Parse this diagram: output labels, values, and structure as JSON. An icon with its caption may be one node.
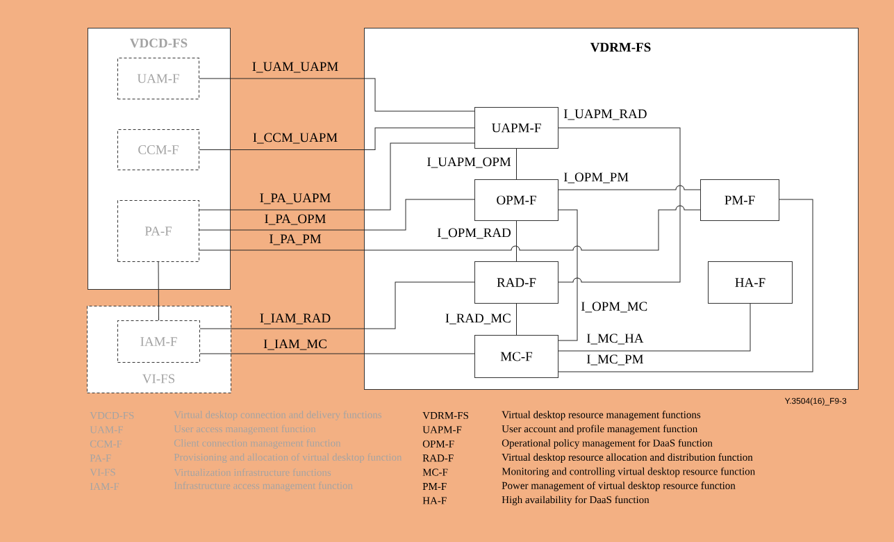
{
  "diagram": {
    "nodes": [
      {
        "text": [
          "VDCD-FS"
        ]
      },
      {
        "text": [
          "UAM-F"
        ],
        "in": 0
      },
      {
        "text": [
          "CCM-F"
        ],
        "in": 0
      },
      {
        "text": [
          "PA-F"
        ],
        "in": 0
      },
      {
        "text": [
          "VI-FS"
        ]
      },
      {
        "text": [
          "IAM-F"
        ],
        "in": 4
      },
      {
        "text": [
          "VDRM-FS"
        ]
      },
      {
        "text": [
          "UAPM-F"
        ],
        "in": 6
      },
      {
        "text": [
          "OPM-F"
        ],
        "in": 6
      },
      {
        "text": [
          "RAD-F"
        ],
        "in": 6
      },
      {
        "text": [
          "MC-F"
        ],
        "in": 6
      },
      {
        "text": [
          "PM-F"
        ],
        "in": 6
      },
      {
        "text": [
          "HA-F"
        ],
        "in": 6
      }
    ],
    "edges": [
      {
        "from": 1,
        "to": 7,
        "arrow": "none",
        "label": "I_UAM_UAPM"
      },
      {
        "from": 2,
        "to": 7,
        "arrow": "none",
        "label": "I_CCM_UAPM"
      },
      {
        "from": 3,
        "to": 7,
        "arrow": "none",
        "label": "I_PA_UAPM"
      },
      {
        "from": 3,
        "to": 8,
        "arrow": "none",
        "label": "I_PA_OPM"
      },
      {
        "from": 3,
        "to": 11,
        "arrow": "none",
        "label": "I_PA_PM"
      },
      {
        "from": 7,
        "to": 8,
        "arrow": "none",
        "label": "I_UAPM_OPM"
      },
      {
        "from": 7,
        "to": 9,
        "arrow": "none",
        "label": "I_UAPM_RAD"
      },
      {
        "from": 8,
        "to": 11,
        "arrow": "none",
        "label": "I_OPM_PM"
      },
      {
        "from": 8,
        "to": 9,
        "arrow": "none",
        "label": "I_OPM_RAD"
      },
      {
        "from": 8,
        "to": 10,
        "arrow": "none",
        "label": "I_OPM_MC"
      },
      {
        "from": 5,
        "to": 9,
        "arrow": "none",
        "label": "I_IAM_RAD"
      },
      {
        "from": 5,
        "to": 10,
        "arrow": "none",
        "label": "I_IAM_MC"
      },
      {
        "from": 9,
        "to": 10,
        "arrow": "none",
        "label": "I_RAD_MC"
      },
      {
        "from": 10,
        "to": 12,
        "arrow": "none",
        "label": "I_MC_HA"
      },
      {
        "from": 10,
        "to": 11,
        "arrow": "none",
        "label": "I_MC_PM"
      },
      {
        "from": 3,
        "to": 5,
        "arrow": "none"
      }
    ],
    "labels": [
      "Y.3504(16)_F9-3",
      "VDCD-FS",
      "Virtual desktop connection and delivery functions",
      "UAM-F",
      "User access management function",
      "CCM-F",
      "Client connection management function",
      "PA-F",
      "Provisioning and allocation of virtual desktop function",
      "VI-FS",
      "Virtualization infrastructure functions",
      "IAM-F",
      "Infrastructure access management function",
      "VDRM-FS",
      "Virtual desktop resource management functions",
      "UAPM-F",
      "User account and profile management function",
      "OPM-F",
      "Operational policy management for DaaS function",
      "RAD-F",
      "Virtual desktop resource allocation and distribution function",
      "MC-F",
      "Monitoring and controlling virtual desktop resource function",
      "PM-F",
      "Power management of virtual desktop resource function",
      "HA-F",
      "High availability for DaaS function"
    ]
  }
}
